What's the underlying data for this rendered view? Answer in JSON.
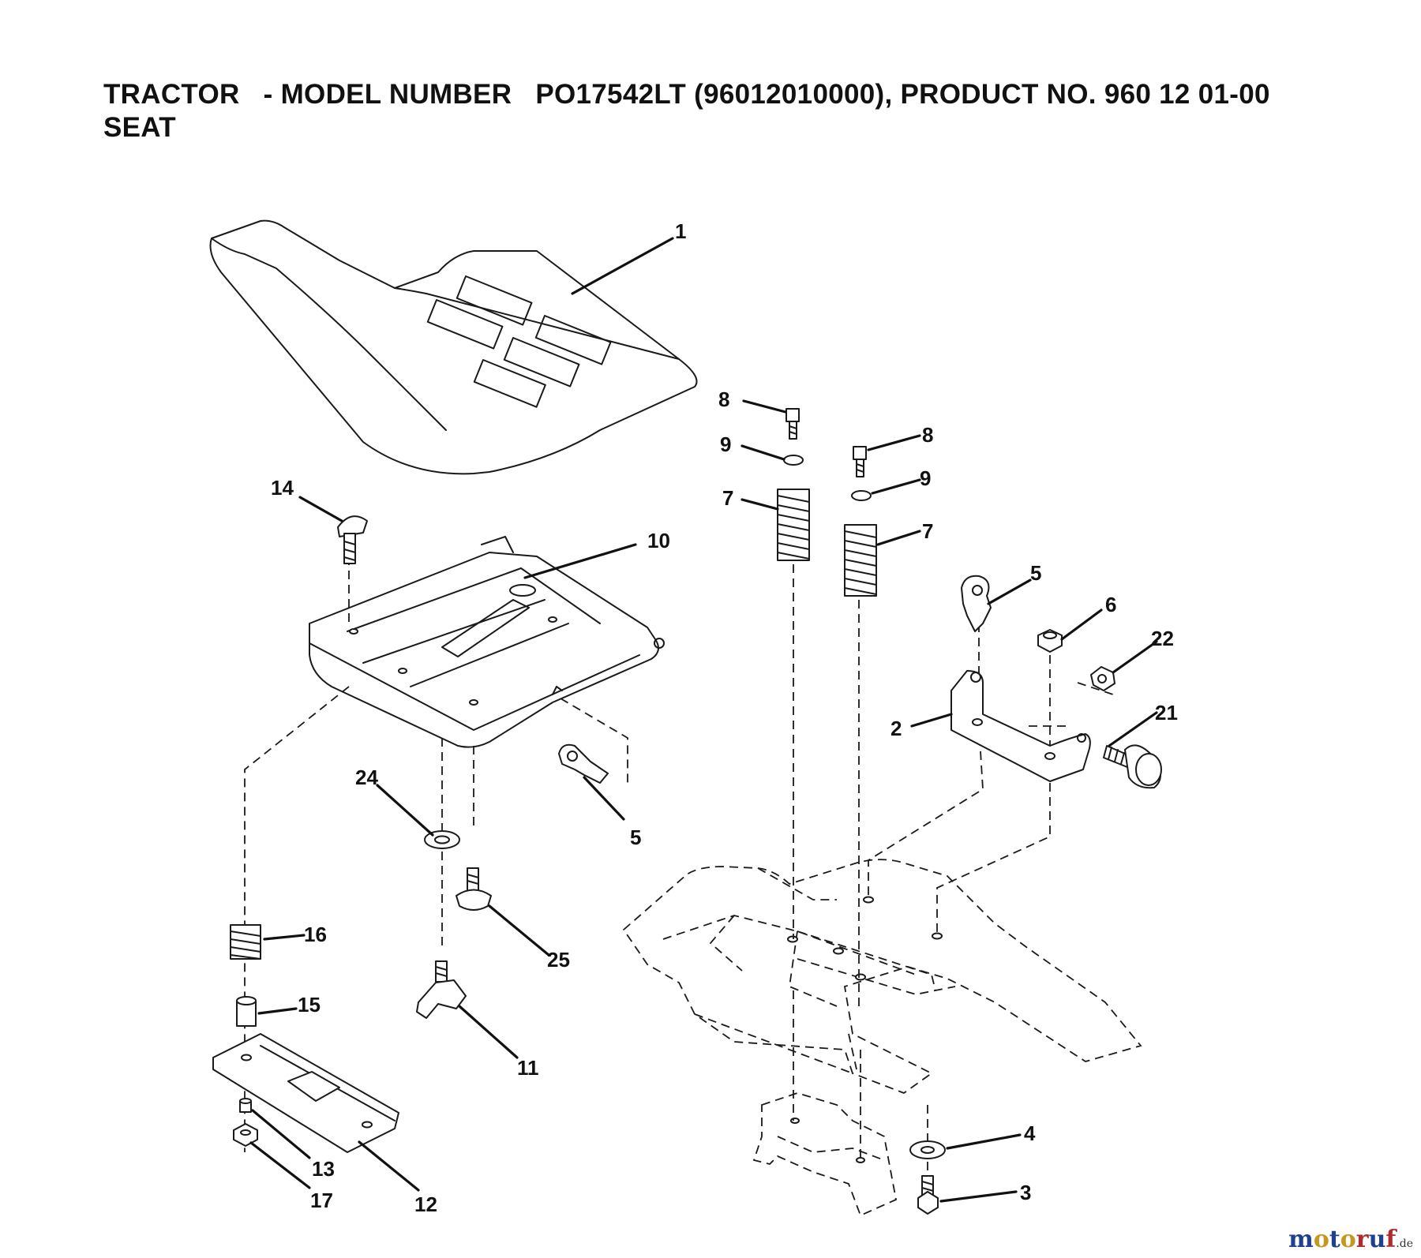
{
  "header": {
    "title_line_1": "TRACTOR   - MODEL NUMBER   PO17542LT (96012010000), PRODUCT NO. 960 12 01-00",
    "title_line_2": "SEAT"
  },
  "parts": [
    {
      "ref": "1",
      "part": "seat"
    },
    {
      "ref": "2",
      "part": "bracket"
    },
    {
      "ref": "3",
      "part": "bolt"
    },
    {
      "ref": "4",
      "part": "washer"
    },
    {
      "ref": "5",
      "part": "clip"
    },
    {
      "ref": "6",
      "part": "nut"
    },
    {
      "ref": "7",
      "part": "spring"
    },
    {
      "ref": "8",
      "part": "bolt"
    },
    {
      "ref": "9",
      "part": "washer"
    },
    {
      "ref": "10",
      "part": "seat-pan"
    },
    {
      "ref": "11",
      "part": "knob"
    },
    {
      "ref": "12",
      "part": "slide-plate"
    },
    {
      "ref": "13",
      "part": "bushing"
    },
    {
      "ref": "14",
      "part": "carriage-bolt"
    },
    {
      "ref": "15",
      "part": "spacer"
    },
    {
      "ref": "16",
      "part": "spring"
    },
    {
      "ref": "17",
      "part": "nut"
    },
    {
      "ref": "21",
      "part": "knob-bolt"
    },
    {
      "ref": "22",
      "part": "nut"
    },
    {
      "ref": "24",
      "part": "washer"
    },
    {
      "ref": "25",
      "part": "bolt"
    }
  ],
  "callouts": {
    "c1": "1",
    "c2": "2",
    "c3": "3",
    "c4": "4",
    "c5a": "5",
    "c5b": "5",
    "c6": "6",
    "c7a": "7",
    "c7b": "7",
    "c8a": "8",
    "c8b": "8",
    "c9a": "9",
    "c9b": "9",
    "c10": "10",
    "c11": "11",
    "c12": "12",
    "c13": "13",
    "c14": "14",
    "c15": "15",
    "c16": "16",
    "c17": "17",
    "c21": "21",
    "c22": "22",
    "c24": "24",
    "c25": "25"
  },
  "watermark": {
    "brand": "motoruf",
    "tld": ".de",
    "colors": {
      "m": "#1f3f8f",
      "o": "#c7961d",
      "t": "#1f3f8f",
      "r": "#b02a2a"
    }
  }
}
